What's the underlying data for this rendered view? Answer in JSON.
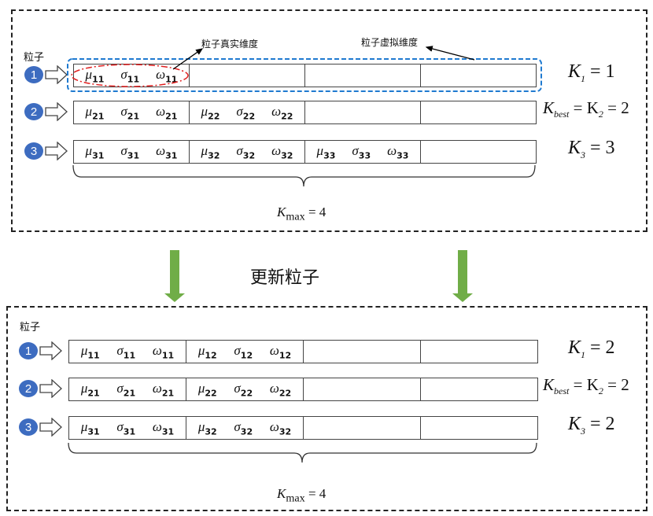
{
  "top": {
    "particle_label": "粒子",
    "annotation_real": "粒子真实维度",
    "annotation_virtual": "粒子虚拟维度",
    "rows": [
      {
        "id": "1",
        "cells": [
          [
            [
              "μ",
              "11"
            ],
            [
              "σ",
              "11"
            ],
            [
              "ω",
              "11"
            ]
          ],
          [],
          [],
          []
        ],
        "k_label": {
          "sym": "K",
          "sub": "1",
          "rest": " = 1"
        }
      },
      {
        "id": "2",
        "cells": [
          [
            [
              "μ",
              "21"
            ],
            [
              "σ",
              "21"
            ],
            [
              "ω",
              "21"
            ]
          ],
          [
            [
              "μ",
              "22"
            ],
            [
              "σ",
              "22"
            ],
            [
              "ω",
              "22"
            ]
          ],
          [],
          []
        ],
        "k_label": {
          "sym": "K",
          "sub": "best",
          "rest": " = K",
          "sub2": "2",
          "rest2": " = 2"
        }
      },
      {
        "id": "3",
        "cells": [
          [
            [
              "μ",
              "31"
            ],
            [
              "σ",
              "31"
            ],
            [
              "ω",
              "31"
            ]
          ],
          [
            [
              "μ",
              "32"
            ],
            [
              "σ",
              "32"
            ],
            [
              "ω",
              "32"
            ]
          ],
          [
            [
              "μ",
              "33"
            ],
            [
              "σ",
              "33"
            ],
            [
              "ω",
              "33"
            ]
          ],
          []
        ],
        "k_label": {
          "sym": "K",
          "sub": "3",
          "rest": " = 3"
        }
      }
    ],
    "kmax": {
      "sym": "K",
      "sub": "max",
      "rest": " = 4"
    }
  },
  "update_label": "更新粒子",
  "bottom": {
    "particle_label": "粒子",
    "rows": [
      {
        "id": "1",
        "cells": [
          [
            [
              "μ",
              "11"
            ],
            [
              "σ",
              "11"
            ],
            [
              "ω",
              "11"
            ]
          ],
          [
            [
              "μ",
              "12"
            ],
            [
              "σ",
              "12"
            ],
            [
              "ω",
              "12"
            ]
          ],
          [],
          []
        ],
        "k_label": {
          "sym": "K",
          "sub": "1",
          "rest": " = 2"
        }
      },
      {
        "id": "2",
        "cells": [
          [
            [
              "μ",
              "21"
            ],
            [
              "σ",
              "21"
            ],
            [
              "ω",
              "21"
            ]
          ],
          [
            [
              "μ",
              "22"
            ],
            [
              "σ",
              "22"
            ],
            [
              "ω",
              "22"
            ]
          ],
          [],
          []
        ],
        "k_label": {
          "sym": "K",
          "sub": "best",
          "rest": " = K",
          "sub2": "2",
          "rest2": " = 2"
        }
      },
      {
        "id": "3",
        "cells": [
          [
            [
              "μ",
              "31"
            ],
            [
              "σ",
              "31"
            ],
            [
              "ω",
              "31"
            ]
          ],
          [
            [
              "μ",
              "32"
            ],
            [
              "σ",
              "32"
            ],
            [
              "ω",
              "32"
            ]
          ],
          [],
          []
        ],
        "k_label": {
          "sym": "K",
          "sub": "3",
          "rest": " = 2"
        }
      }
    ],
    "kmax": {
      "sym": "K",
      "sub": "max",
      "rest": " = 4"
    }
  },
  "colors": {
    "circle": "#3d6cc0",
    "arrow_green": "#70ad47",
    "highlight_red": "#e02020",
    "highlight_blue": "#1f7ad0"
  }
}
